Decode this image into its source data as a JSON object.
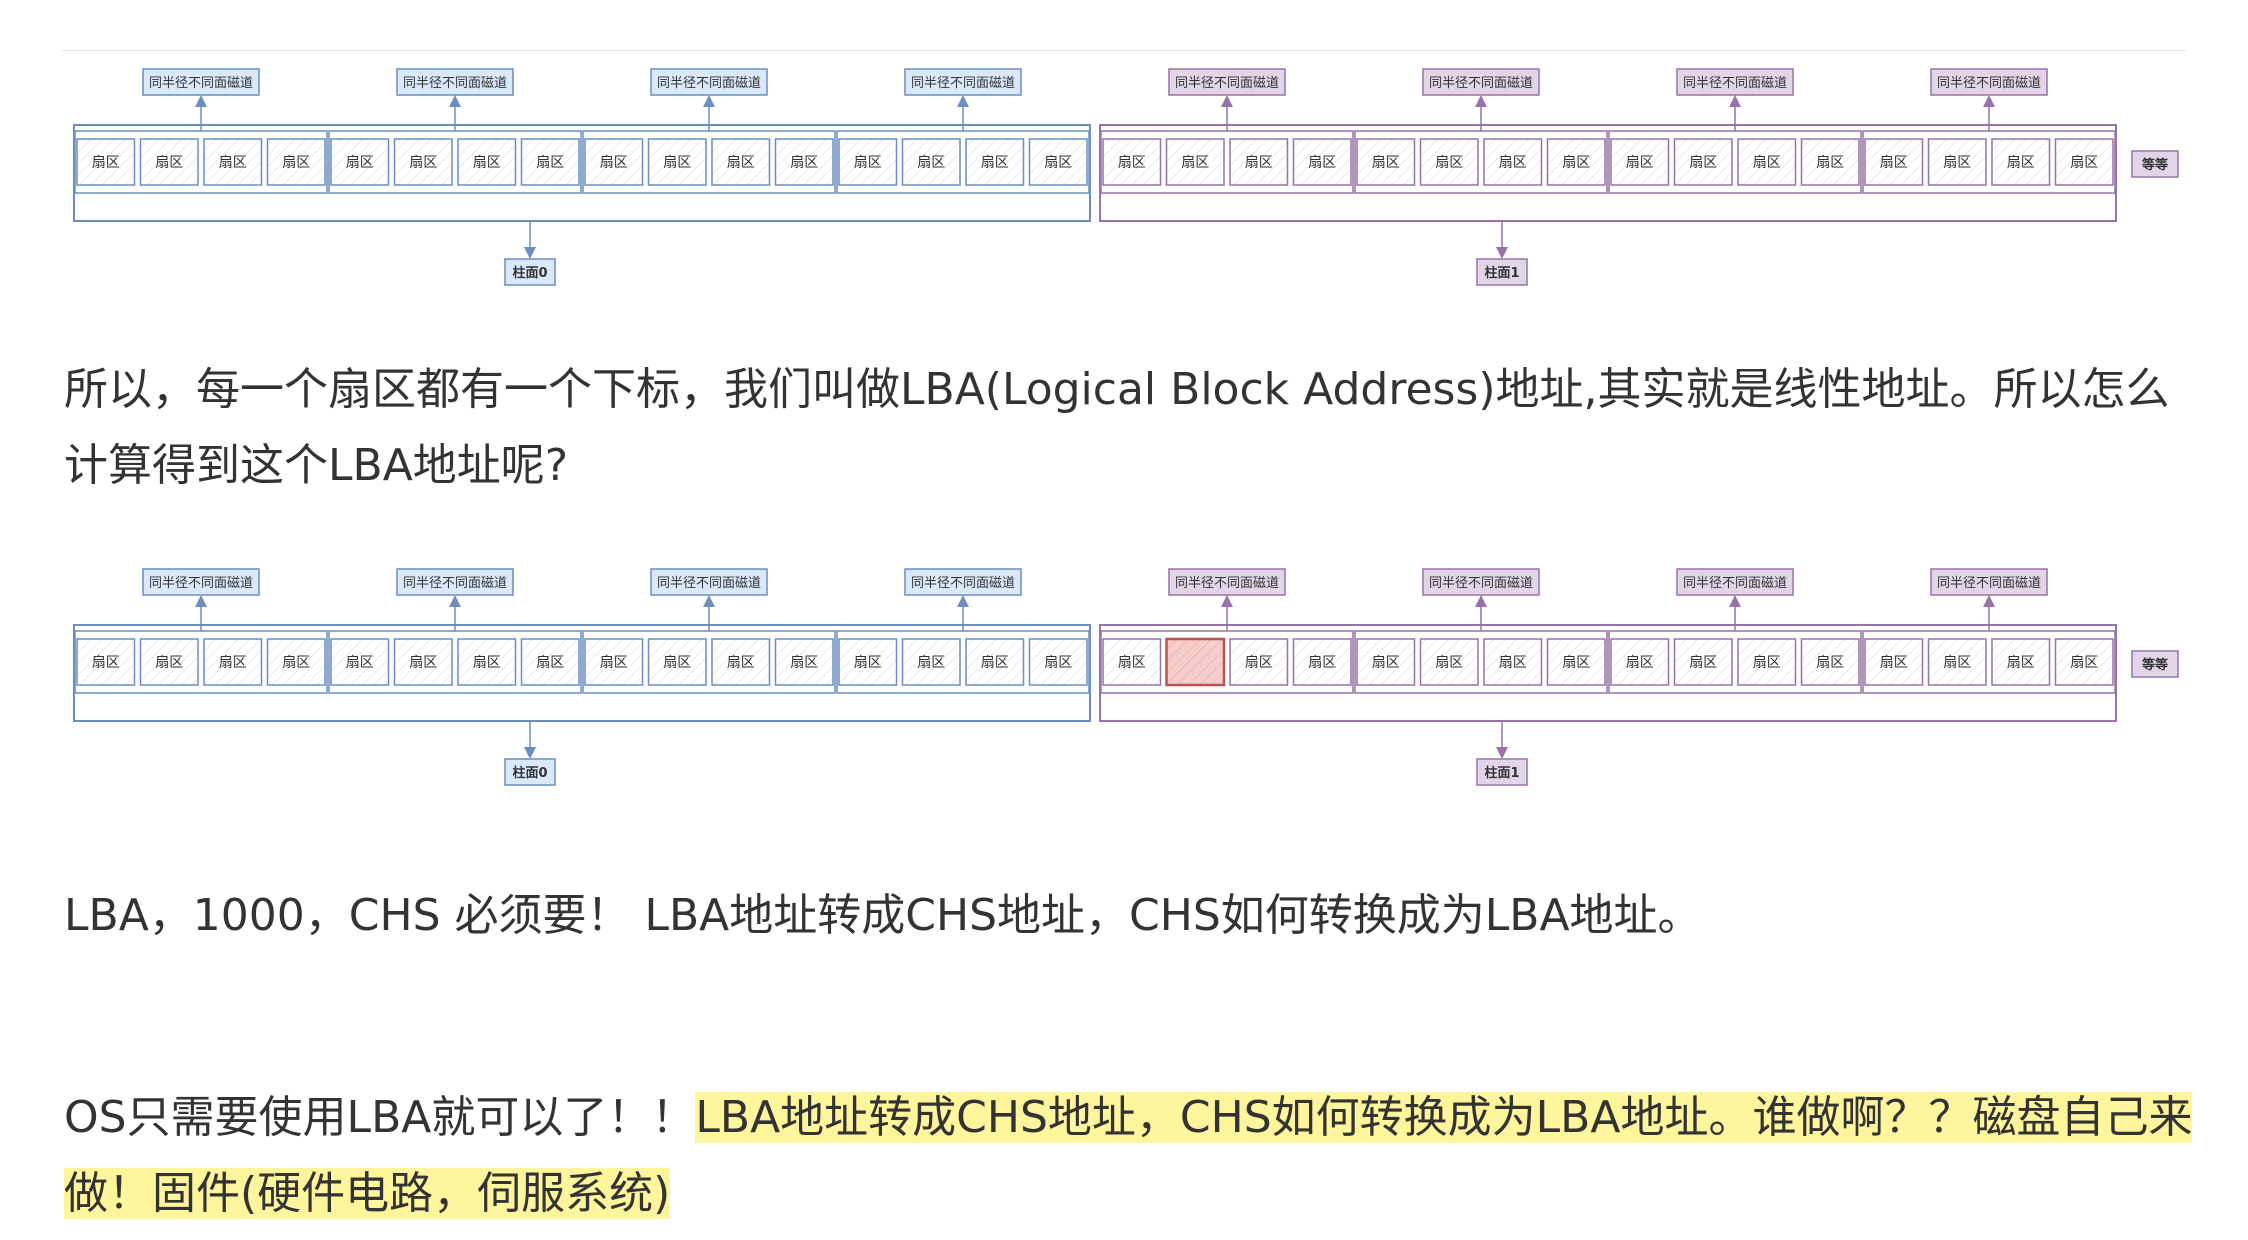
{
  "diagram_labels": {
    "same_radius_track": "同半径不同面磁道",
    "sector": "扇区",
    "cylinder0": "柱面0",
    "cylinder1": "柱面1",
    "etc": "等等"
  },
  "paragraph1": "所以，每一个扇区都有一个下标，我们叫做LBA(Logical Block Address)地址,其实就是线性地址。所以怎么计算得到这个LBA地址呢?",
  "paragraph2": "LBA，1000，CHS 必须要！   LBA地址转成CHS地址，CHS如何转换成为LBA地址。",
  "paragraph3": {
    "plain": "OS只需要使用LBA就可以了！！",
    "highlighted": "LBA地址转成CHS地址，CHS如何转换成为LBA地址。谁做啊？？磁盘自己来做！固件(硬件电路，伺服系统)"
  },
  "colors": {
    "blue_stroke": "#6c8ebf",
    "blue_fill": "#dae8fc",
    "purple_stroke": "#9673a6",
    "purple_fill": "#e1d5e7",
    "selected_stroke": "#b85450",
    "selected_fill": "#f8cecc",
    "highlight": "#fff59d"
  }
}
